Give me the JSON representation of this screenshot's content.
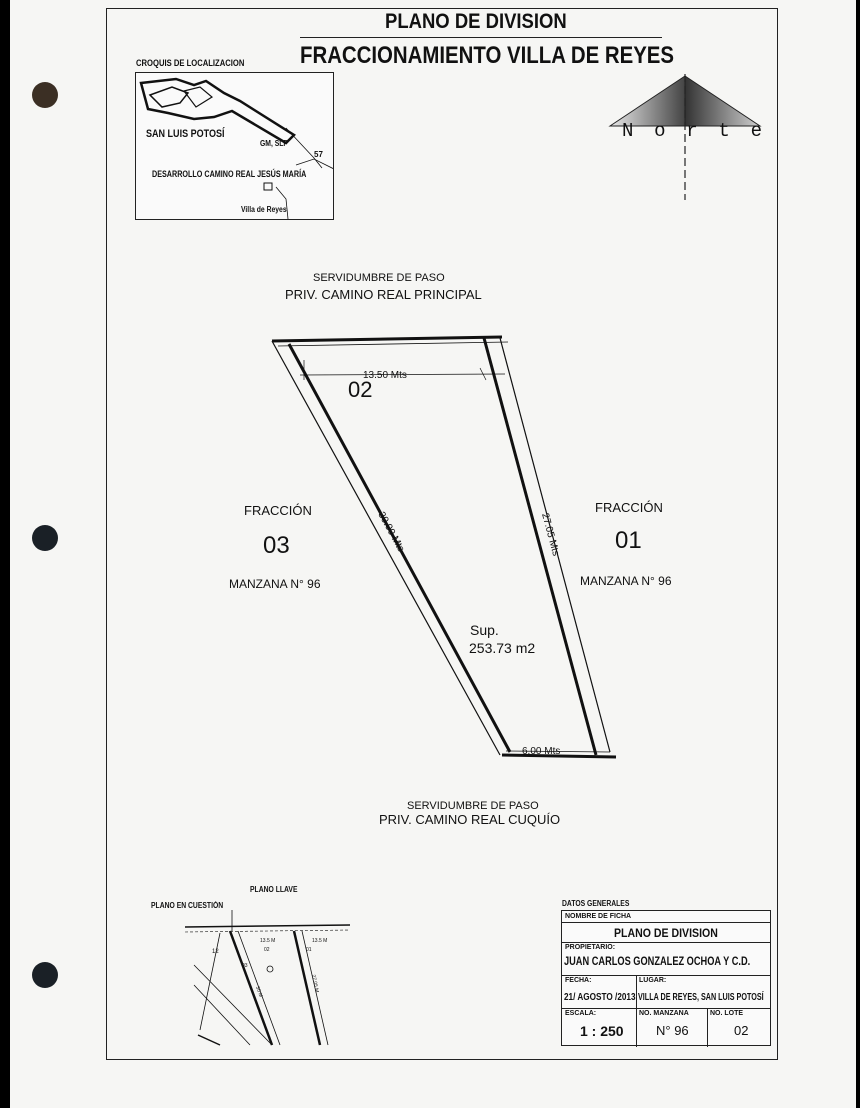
{
  "title": {
    "line1": "PLANO DE DIVISION",
    "line2": "FRACCIONAMIENTO VILLA DE REYES"
  },
  "locator": {
    "heading": "CROQUIS DE LOCALIZACION",
    "city": "SAN LUIS POTOSÍ",
    "gm": "GM, SLP",
    "road": "57",
    "development": "DESARROLLO CAMINO REAL JESÚS MARÍA",
    "town": "Villa de Reyes"
  },
  "north": {
    "letters": [
      "N",
      "o",
      "r",
      "t",
      "e"
    ]
  },
  "top_street": {
    "label": "SERVIDUMBRE DE PASO",
    "name": "PRIV. CAMINO REAL PRINCIPAL"
  },
  "bottom_street": {
    "label": "SERVIDUMBRE DE PASO",
    "name": "PRIV. CAMINO REAL CUQUÍO"
  },
  "lot": {
    "number": "02",
    "top_dim": "13.50  Mts",
    "left_dim": "30.00  Mts",
    "right_dim": "27.05  Mts",
    "bottom_dim": "6.00  Mts",
    "area_label": "Sup.",
    "area_value": "253.73 m2"
  },
  "left_fraction": {
    "label": "FRACCIÓN",
    "number": "03",
    "block": "MANZANA N° 96"
  },
  "right_fraction": {
    "label": "FRACCIÓN",
    "number": "01",
    "block": "MANZANA N° 96"
  },
  "key_plan": {
    "heading": "PLANO LLAVE",
    "pointer": "PLANO  EN  CUESTIÓN",
    "labels": [
      "13.5 M",
      "13.5 M",
      "12",
      "03",
      "02",
      "01",
      "27.05 M",
      "30 M"
    ]
  },
  "datos": {
    "heading": "DATOS GENERALES",
    "ficha_label": "NOMBRE DE FICHA",
    "ficha_value": "PLANO DE DIVISION",
    "propietario_label": "PROPIETARIO:",
    "propietario_value": "JUAN CARLOS GONZALEZ OCHOA Y C.D.",
    "fecha_label": "FECHA:",
    "fecha_value": "21/ AGOSTO /2013",
    "lugar_label": "LUGAR:",
    "lugar_value": "VILLA DE REYES, SAN LUIS POTOSÍ",
    "escala_label": "ESCALA:",
    "escala_value": "1 : 250",
    "manzana_label": "NO. MANZANA",
    "manzana_value": "N° 96",
    "lote_label": "NO. LOTE",
    "lote_value": "02"
  },
  "colors": {
    "hole_top": "#3b2f24",
    "hole": "#1a2026",
    "ink": "#111111"
  }
}
